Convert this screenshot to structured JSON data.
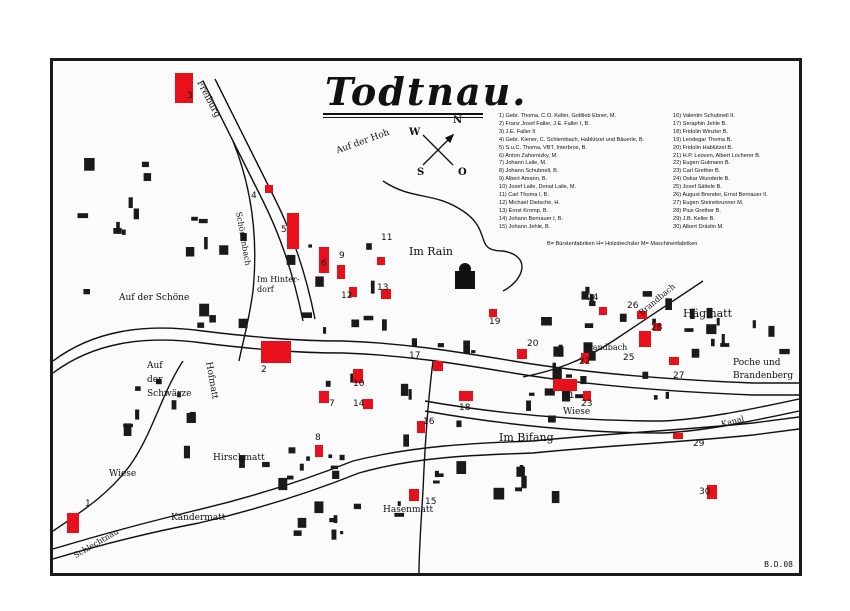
{
  "title": "Todtnau.",
  "legend": {
    "column1": [
      "1) Gebr. Thoma, C.O. Keller, Gottlieb Ebner, M.",
      "2) Franz Josef Faller, J.E. Faller I, B.",
      "3) J.E. Faller II",
      "4) Gebr. Kiener, C. Schlembach, Hablützel und Bäuerle, B.",
      "5) S.u.C. Thoma, VBT, Interbros, B.",
      "6) Anton Zahornizky, M.",
      "7) Johann Laile, M.",
      "8) Johann Schubnell, B.",
      "9) Albert Amann, B.",
      "10) Josef Laile, Donat Laile, M.",
      "11) Carl Thoma I, B.",
      "12) Michael Dietsche, H.",
      "13) Ernst Kromp, B.",
      "14) Johann Bernauer I, B.",
      "15) Johann Jehle, B."
    ],
    "column2": [
      "16) Valentin Schubnell II.",
      "17) Seraphin Jehle B.",
      "18) Fridolin Winzler B.",
      "19) Leodegar Thoma B.",
      "20) Fridolin Hablützel B.",
      "21) H.P. Leoven, Albert Locherer B.",
      "22) Eugen Gutmann B.",
      "23) Carl Grether B.",
      "24) Oskar Wunderle B.",
      "25) Josef Sättele B.",
      "26) August Brender, Ernst Bernauer II.",
      "27) Eugen Steinebrunner M.",
      "28) Pius Grether B.",
      "29) J.B. Keller B.",
      "30) Albert Dräxlin M."
    ],
    "key": "B= Bürstenfabriken   H= Holzdrechsler   M= Maschinenfabriken"
  },
  "compass": {
    "n": "N",
    "o": "O",
    "s": "S",
    "w": "W"
  },
  "place_labels": {
    "freiburg": "Freiburg",
    "auf_der_hoh": "Auf der Hoh",
    "schoenenbach": "Schönenbach",
    "im_rain": "Im Rain",
    "im_hinterdorf": "Im Hinter-\ndorf",
    "auf_der_schoene": "Auf der Schöne",
    "auf_der_schwaerze": "Auf\nder\nSchwärze",
    "hofmatt": "Hofmatt",
    "hirschmatt": "Hirschmatt",
    "wiese_left": "Wiese",
    "kandermatt": "Kandermatt",
    "schlechtnau": "Schlechtnau",
    "hasenmatt": "Hasenmatt",
    "im_bifang": "Im Bifang",
    "wiese_right": "Wiese",
    "brandbach": "Brandbach",
    "brandbach2": "Brandbach",
    "haegmatt": "Hägmatt",
    "poche": "Poche und\nBrandenberg",
    "kanal": "Kanal"
  },
  "factory_numbers": [
    "1",
    "2",
    "3",
    "4",
    "5",
    "6",
    "7",
    "8",
    "9",
    "10",
    "11",
    "12",
    "13",
    "14",
    "15",
    "16",
    "17",
    "18",
    "19",
    "20",
    "21",
    "22",
    "23",
    "24",
    "25",
    "26",
    "27",
    "28",
    "29",
    "30"
  ],
  "signature": "B.D.08",
  "colors": {
    "factory": "#e8101a",
    "ink": "#111111",
    "paper": "#fbfbfb"
  }
}
